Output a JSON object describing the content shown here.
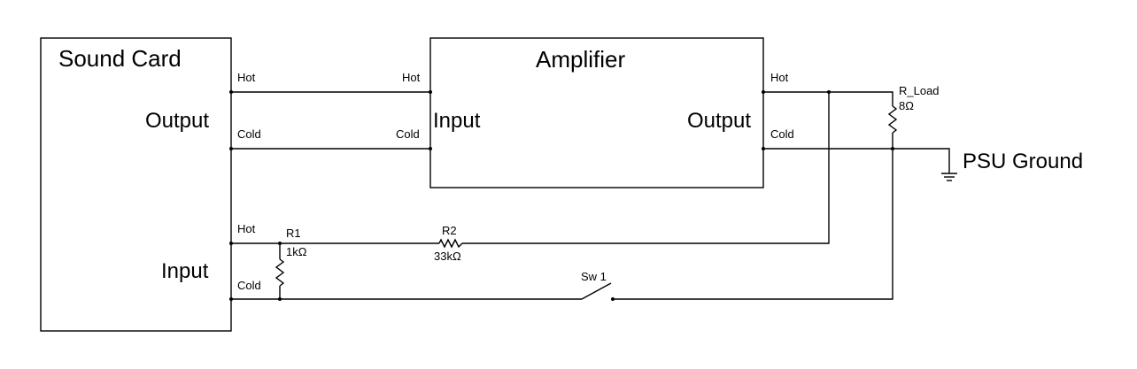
{
  "sound_card": {
    "title": "Sound Card",
    "output_label": "Output",
    "input_label": "Input",
    "out_hot": "Hot",
    "out_cold": "Cold",
    "in_hot": "Hot",
    "in_cold": "Cold"
  },
  "amplifier": {
    "title": "Amplifier",
    "input_label": "Input",
    "output_label": "Output",
    "in_hot": "Hot",
    "in_cold": "Cold",
    "out_hot": "Hot",
    "out_cold": "Cold"
  },
  "components": {
    "r_load_name": "R_Load",
    "r_load_value": "8Ω",
    "r1_name": "R1",
    "r1_value": "1kΩ",
    "r2_name": "R2",
    "r2_value": "33kΩ",
    "sw1_name": "Sw 1"
  },
  "ground": {
    "label": "PSU Ground"
  }
}
